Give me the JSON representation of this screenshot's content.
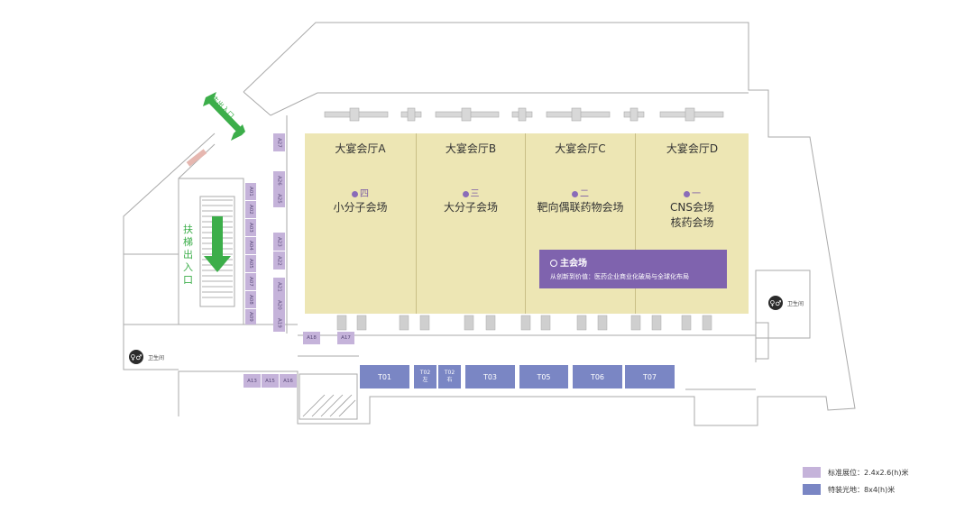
{
  "colors": {
    "hall_fill": "#ede6b4",
    "main_venue": "#7f63ae",
    "standard_booth": "#c5b3da",
    "special_booth": "#7a86c4",
    "entrance_green": "#3cae4a"
  },
  "halls": [
    {
      "name": "大宴会厅A",
      "badge": "四",
      "venue": "小分子会场"
    },
    {
      "name": "大宴会厅B",
      "badge": "三",
      "venue": "大分子会场"
    },
    {
      "name": "大宴会厅C",
      "badge": "二",
      "venue": "靶向偶联药物会场"
    },
    {
      "name": "大宴会厅D",
      "badge": "一",
      "venue": "CNS会场\n核药会场"
    }
  ],
  "main_venue": {
    "title": "主会场",
    "subtitle": "从创新到价值：医药企业商业化破局与全球化布局"
  },
  "entrances": {
    "main": "主出入口",
    "escalator": "扶\n梯\n出\n入\n口"
  },
  "restrooms": [
    "卫生间",
    "卫生间"
  ],
  "standard_booths": {
    "left_column": [
      "A27",
      "A26",
      "A25",
      "A23",
      "A22",
      "A21",
      "A20",
      "A19"
    ],
    "inner_column": [
      "A01",
      "A02",
      "A03",
      "A04",
      "A05",
      "A07",
      "A08",
      "A09"
    ],
    "bottom": [
      "A18",
      "A17"
    ],
    "lower_left": [
      "A13",
      "A15",
      "A16"
    ]
  },
  "special_booths": [
    "T01",
    "T02\n左",
    "T02\n右",
    "T03",
    "T05",
    "T06",
    "T07"
  ],
  "legend": [
    {
      "label": "标准展位：2.4x2.6(h)米",
      "color": "#c5b3da"
    },
    {
      "label": "特装光地：8x4(h)米",
      "color": "#7a86c4"
    }
  ]
}
